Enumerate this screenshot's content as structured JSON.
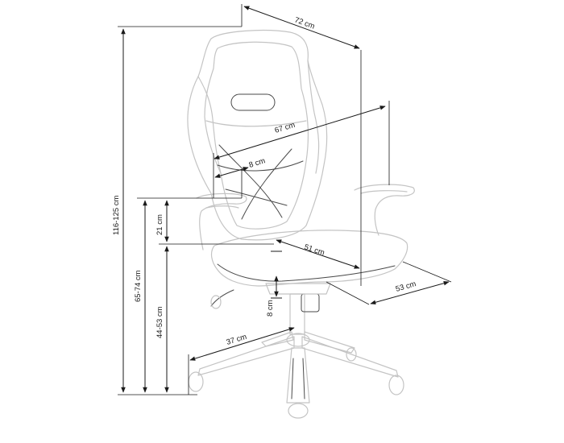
{
  "dimensions": {
    "width_top": "72 cm",
    "width_back": "67 cm",
    "armrest_width": "8 cm",
    "armrest_height": "21 cm",
    "seat_depth": "51 cm",
    "seat_width": "53 cm",
    "gas_lift": "8 cm",
    "base_radius": "37 cm",
    "total_height": "116-125 cm",
    "armrest_floor_height": "65-74 cm",
    "seat_height": "44-53 cm"
  },
  "colors": {
    "chair_outline": "#c4c4c4",
    "chair_detail": "#4a4a4a",
    "dimension_ink": "#1a1a1a",
    "background": "#ffffff"
  }
}
